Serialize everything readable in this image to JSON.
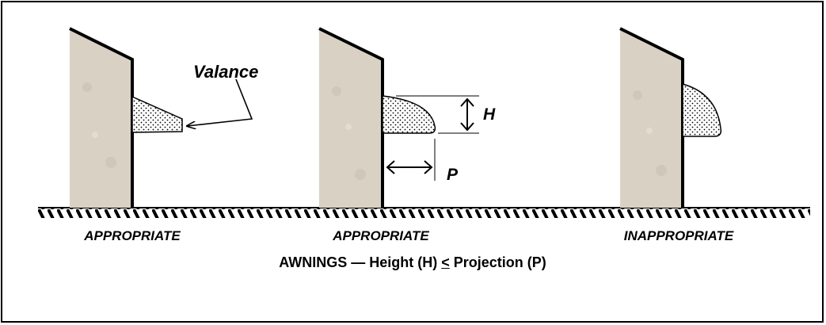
{
  "labels": {
    "valance": "Valance",
    "height": "H",
    "projection": "P"
  },
  "captions": [
    "APPROPRIATE",
    "APPROPRIATE",
    "INAPPROPRIATE"
  ],
  "title": {
    "prefix": "AWNINGS — Height (H) ",
    "le_sign": "<",
    "suffix": " Projection (P)"
  },
  "colors": {
    "wall_fill": "#d9d2c4",
    "outline": "#000000",
    "awning_dots": "#000000",
    "background": "#ffffff"
  }
}
